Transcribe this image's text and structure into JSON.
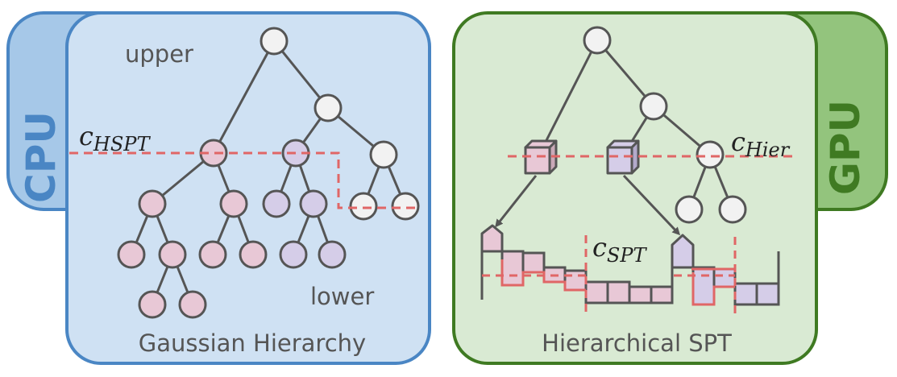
{
  "left_panel": {
    "side_label": "CPU",
    "title": "Gaussian Hierarchy",
    "upper_label": "upper",
    "lower_label": "lower",
    "cut_label": {
      "base": "c",
      "sub": "HSPT"
    },
    "colors": {
      "fill": "#cfe1f3",
      "border": "#4a86c4",
      "tab": "#a6c8e8"
    }
  },
  "right_panel": {
    "side_label": "GPU",
    "title": "Hierarchical SPT",
    "cut_label_hier": {
      "base": "c",
      "sub": "Hier"
    },
    "cut_label_spt": {
      "base": "c",
      "sub": "SPT"
    },
    "colors": {
      "fill": "#d9ead3",
      "border": "#3f7a22",
      "tab": "#93c47d"
    }
  },
  "colors": {
    "node_pink": "#e8c8d6",
    "node_purple": "#d5cde8",
    "node_white": "#f2f2f2",
    "edge": "#555555",
    "cut_line": "#e06666"
  }
}
